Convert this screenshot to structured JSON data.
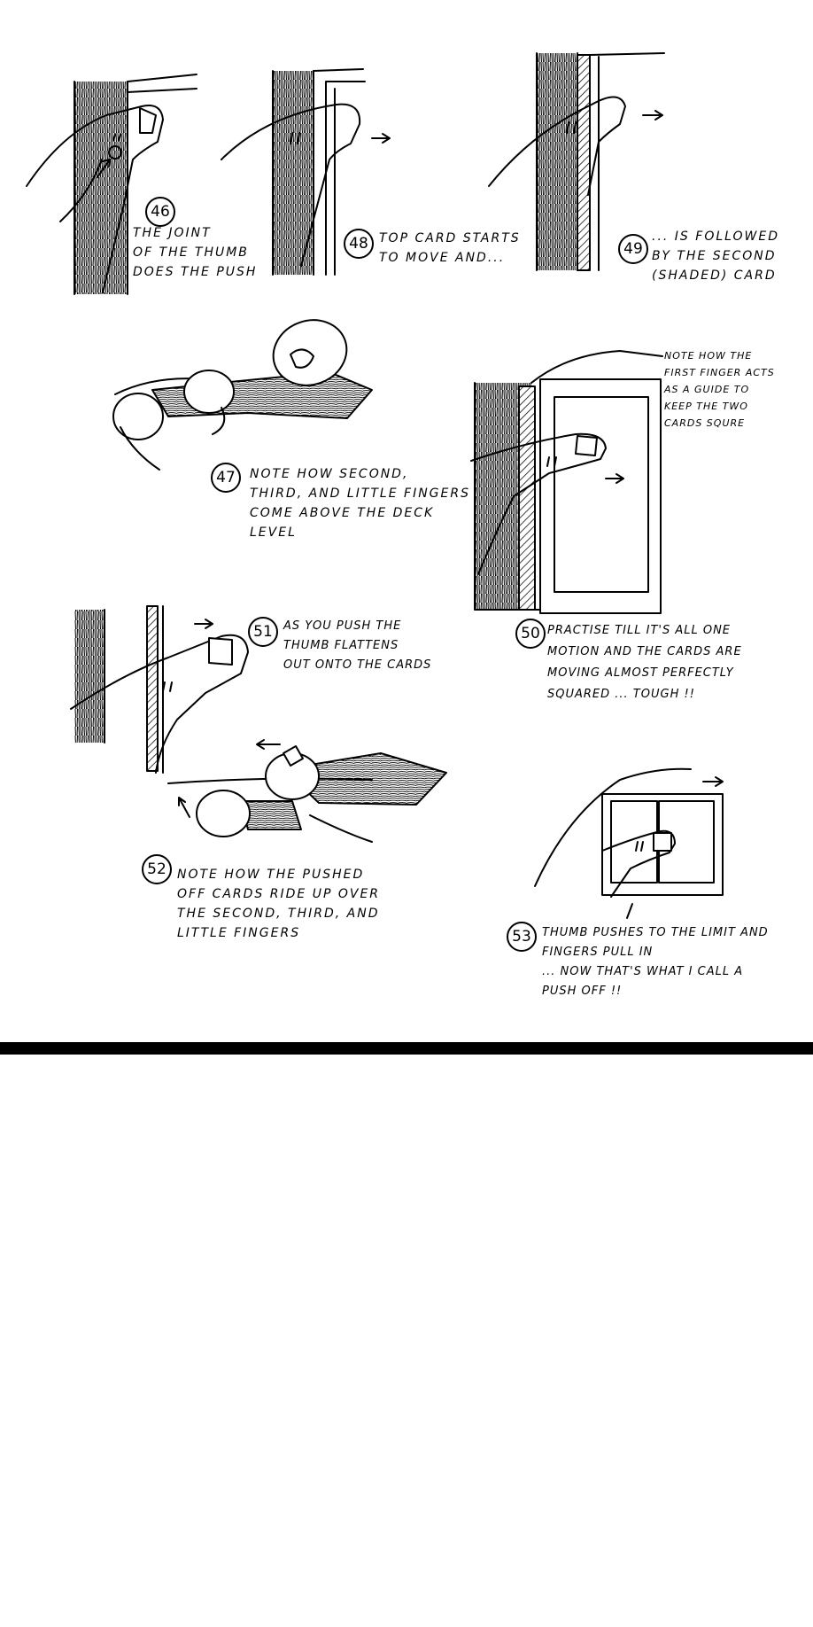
{
  "figures": [
    {
      "id": "46",
      "lines": [
        "THE JOINT",
        "OF THE THUMB",
        "DOES THE PUSH"
      ]
    },
    {
      "id": "48",
      "lines": [
        "TOP CARD STARTS",
        "TO MOVE AND..."
      ]
    },
    {
      "id": "49",
      "lines": [
        "... IS FOLLOWED",
        "BY THE SECOND",
        "(SHADED) CARD"
      ]
    },
    {
      "id": "47",
      "lines": [
        "NOTE HOW SECOND,",
        "THIRD, AND LITTLE FINGERS",
        "COME ABOVE THE DECK",
        "LEVEL"
      ]
    },
    {
      "id": "note",
      "lines": [
        "NOTE HOW THE",
        "FIRST FINGER ACTS",
        "AS A GUIDE TO",
        "KEEP THE TWO",
        "CARDS SQURE"
      ]
    },
    {
      "id": "51",
      "lines": [
        "AS YOU PUSH THE",
        "THUMB FLATTENS",
        "OUT ONTO THE CARDS"
      ]
    },
    {
      "id": "50",
      "lines": [
        "PRACTISE TILL IT'S ALL ONE",
        "MOTION AND THE CARDS ARE",
        "MOVING ALMOST PERFECTLY",
        "SQUARED ...   TOUGH !!"
      ]
    },
    {
      "id": "52",
      "lines": [
        "NOTE HOW THE PUSHED",
        "OFF CARDS RIDE UP OVER",
        "THE SECOND, THIRD, AND",
        "LITTLE FINGERS"
      ]
    },
    {
      "id": "53",
      "lines": [
        "THUMB PUSHES TO THE LIMIT AND",
        "FINGERS PULL IN",
        "... NOW THAT'S WHAT I CALL A",
        "PUSH OFF !!"
      ]
    }
  ]
}
